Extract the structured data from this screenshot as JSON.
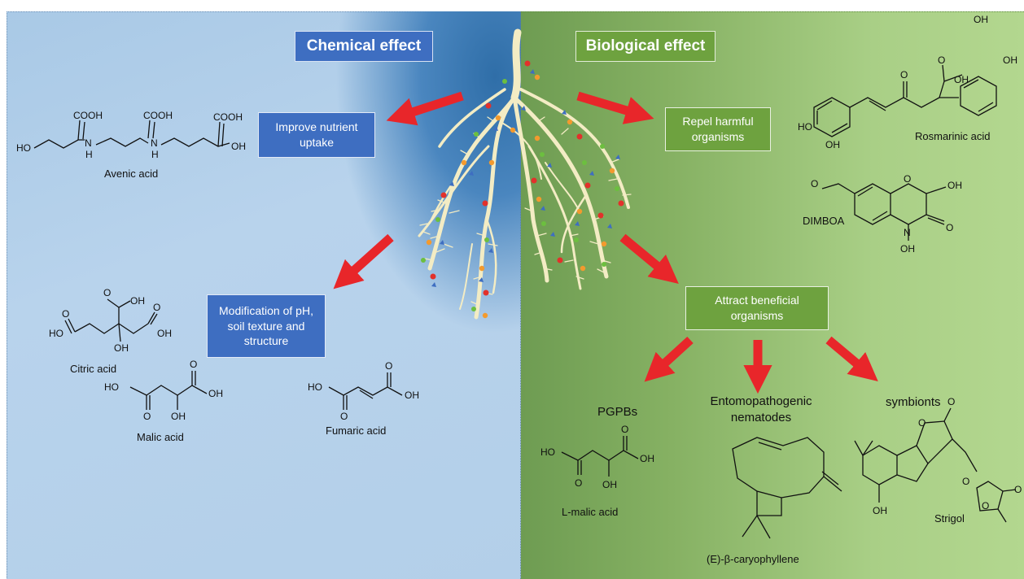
{
  "left_title": "Chemical effect",
  "right_title": "Biological effect",
  "boxes": {
    "nutrient": "Improve nutrient uptake",
    "modification": "Modification of pH, soil texture and structure",
    "repel": "Repel harmful organisms",
    "attract": "Attract beneficial organisms"
  },
  "compounds": {
    "avenic": "Avenic acid",
    "citric": "Citric acid",
    "malic": "Malic acid",
    "fumaric": "Fumaric acid",
    "rosmarinic": "Rosmarinic acid",
    "dimboa": "DIMBOA",
    "lmalic": "L-malic acid",
    "caryophyllene": "(E)-β-caryophyllene",
    "strigol": "Strigol"
  },
  "organisms": {
    "pgpb": "PGPBs",
    "ento": "Entomopathogenic nematodes",
    "symb": "symbionts"
  },
  "atoms": {
    "cooh": "COOH",
    "ho": "HO",
    "oh": "OH",
    "o": "O",
    "n": "N",
    "h": "H"
  },
  "colors": {
    "arrow": "#e8262a",
    "blue_box": "#3e6ec1",
    "green_box": "#6ea23f",
    "root": "#f3ecc4"
  }
}
